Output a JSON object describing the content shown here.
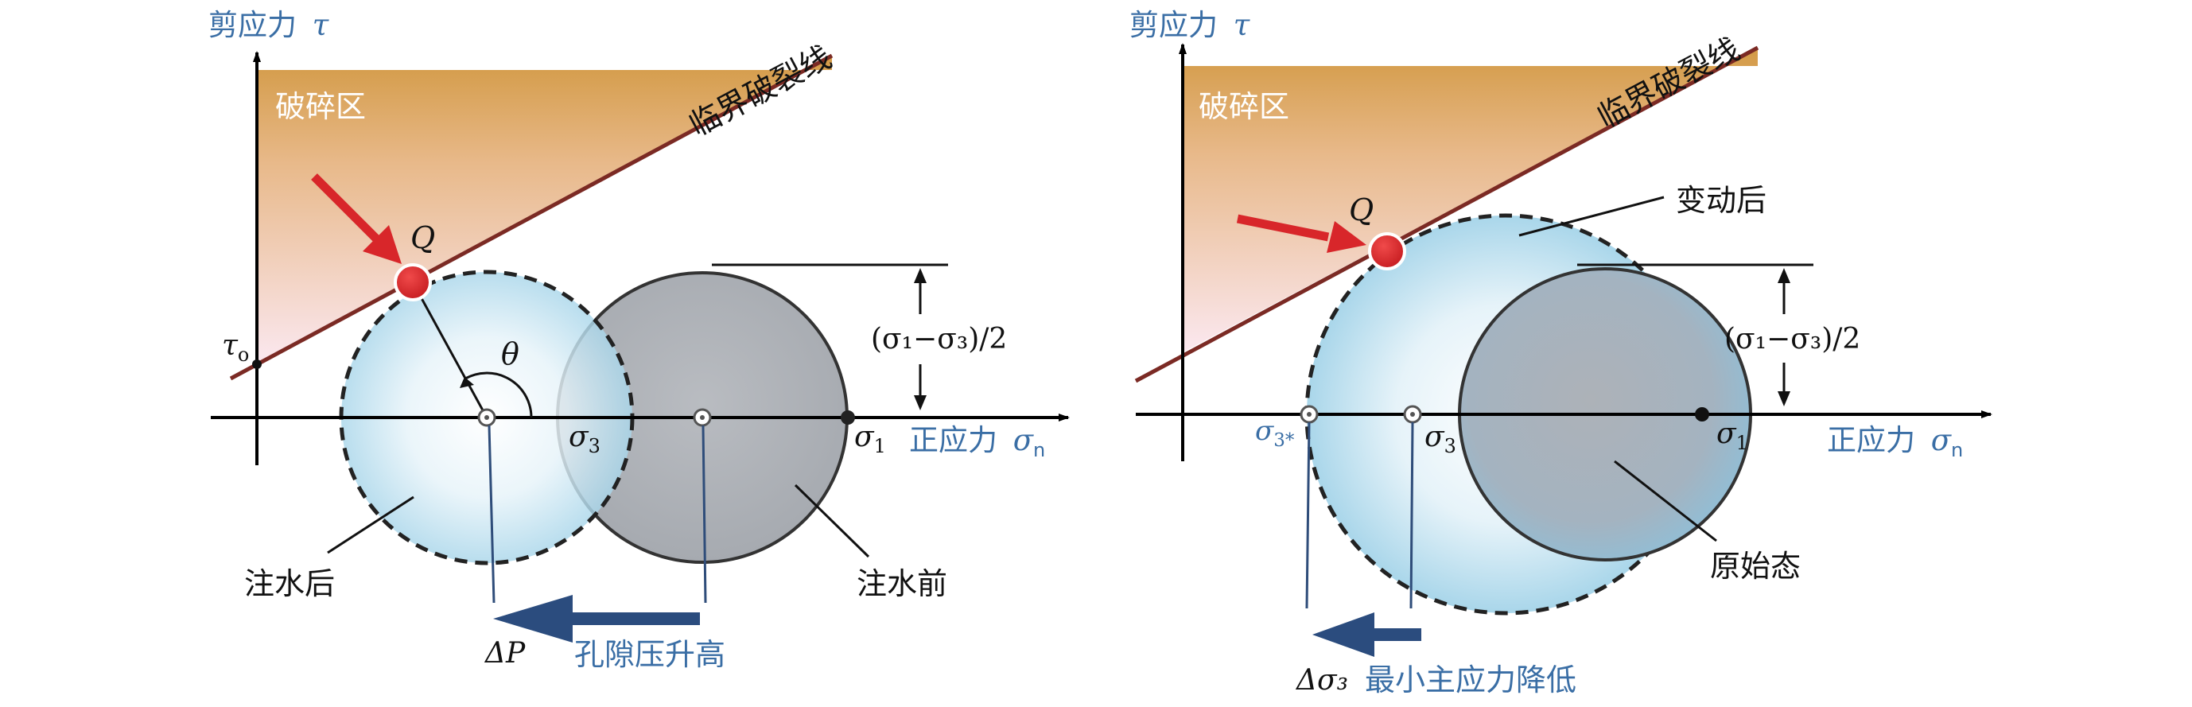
{
  "colors": {
    "axis_label_blue": "#3a6ea5",
    "line_brown": "#7b2a24",
    "zone_orange": "#d9a04a",
    "zone_pink": "#f6dde6",
    "circle_blue": "#bfe0ef",
    "circle_gray": "#a9adb3",
    "red_point": "#d8262a",
    "arrow_navy": "#2b4c7e"
  },
  "left": {
    "y_axis_label": "剪应力",
    "y_axis_symbol": "τ",
    "x_axis_label": "正应力",
    "x_axis_symbol": "σ",
    "x_axis_sub": "n",
    "failure_line_label": "临界破裂线",
    "zone_label": "破碎区",
    "point_label": "Q",
    "tau0_symbol": "τ",
    "tau0_sub": "o",
    "theta_label": "θ",
    "sigma3_symbol": "σ",
    "sigma3_sub": "3",
    "sigma1_symbol": "σ",
    "sigma1_sub": "1",
    "radius_formula": "(σ₁−σ₃)/2",
    "after_label": "注水后",
    "before_label": "注水前",
    "delta_label": "ΔP",
    "shift_label": "孔隙压升高"
  },
  "right": {
    "y_axis_label": "剪应力",
    "y_axis_symbol": "τ",
    "x_axis_label": "正应力",
    "x_axis_symbol": "σ",
    "x_axis_sub": "n",
    "failure_line_label": "临界破裂线",
    "zone_label": "破碎区",
    "point_label": "Q",
    "changed_label": "变动后",
    "original_label": "原始态",
    "sigma3star_symbol": "σ",
    "sigma3star_sub": "3*",
    "sigma3_symbol": "σ",
    "sigma3_sub": "3",
    "sigma1_symbol": "σ",
    "sigma1_sub": "1",
    "radius_formula": "(σ₁−σ₃)/2",
    "delta_label": "Δσ₃",
    "shift_label": "最小主应力降低"
  }
}
